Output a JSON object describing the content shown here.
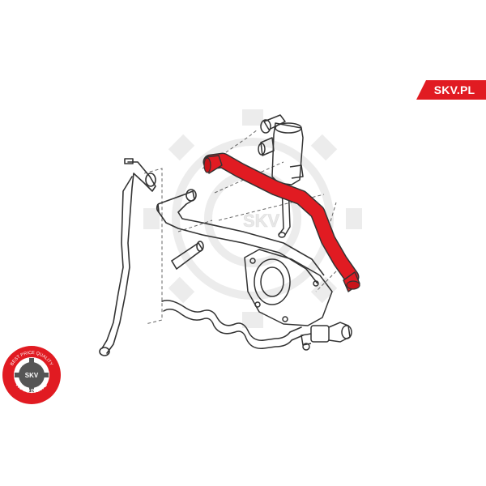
{
  "brand": {
    "badge_text": "SKV.PL",
    "badge_color": "#e11b22"
  },
  "watermark": {
    "text": "SKV"
  },
  "seal": {
    "top_arc_text": "BEST PRICE QUALITY",
    "bottom_arc_text": "AUTO PARTS",
    "center_text": "SKV",
    "color": "#e11b22"
  },
  "diagram": {
    "highlight_color": "#e11b22",
    "line_color": "#333333"
  }
}
